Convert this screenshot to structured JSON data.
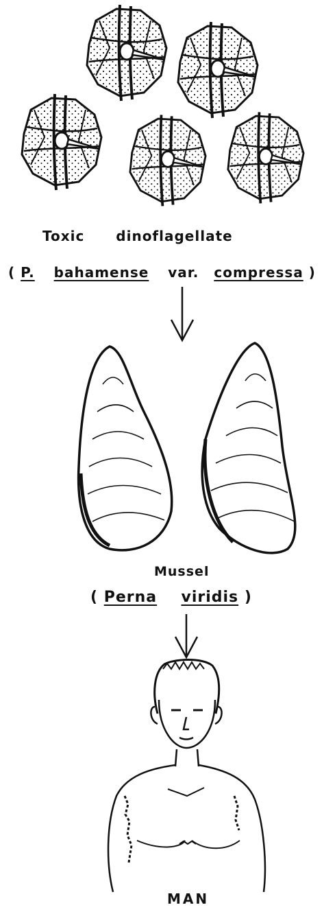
{
  "organism_labels": {
    "dinoflagellate": {
      "line1_word1": "Toxic",
      "line1_word2": "dinoflagellate",
      "open_paren": "(",
      "genus_abbrev": "P.",
      "species": "bahamense",
      "var_word": "var.",
      "variety": "compressa",
      "close_paren": ")"
    },
    "mussel": {
      "common_name": "Mussel",
      "open_paren": "(",
      "genus": "Perna",
      "species": "viridis",
      "close_paren": ")"
    },
    "man": {
      "label": "MAN"
    }
  }
}
